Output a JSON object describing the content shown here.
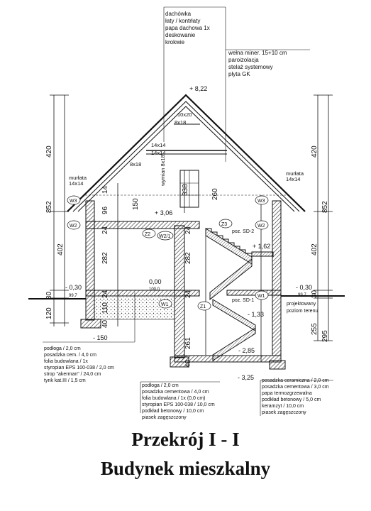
{
  "title": "Przekrój I - I",
  "subtitle": "Budynek mieszkalny",
  "roof_layers": [
    "dachówka",
    "łaty / kontrłaty",
    "papa dachowa 1x",
    "deskowanie",
    "krokwie"
  ],
  "attic_layers": [
    "wełna miner. 15+10 cm",
    "paroizolacja",
    "stelaż systemowy",
    "płyta GK"
  ],
  "floor_layers_left": [
    "podłoga / 2,0 cm",
    "posadzka cem. / 4,0 cm",
    "folia budowlana / 1x",
    "styropian EPS 100-038 / 2,0 cm",
    "strop \"akerman\" / 24,0 cm",
    "tynk kat.III / 1,5 cm"
  ],
  "ground_floor_layers": [
    "podłoga / 2,0 cm",
    "posadzka cementowa / 4,0 cm",
    "folia budowlana / 1x (0,0 cm)",
    "styropian EPS 100-038 / 10,0 cm",
    "podkład betonowy / 10,0 cm",
    "piasek zagęszczony"
  ],
  "basement_layers": [
    "posadzka ceramiczna / 2,0 cm",
    "posadzka cementowa / 3,0 cm",
    "papa termozgrzewalna",
    "podkład betonowy / 5,0 cm",
    "keramzyt / 10,0 cm",
    "piasek zagęszczony"
  ],
  "levels": {
    "ridge": "+ 8,22",
    "attic": "+ 3,06",
    "landing": "+ 1,62",
    "zero": "0,00",
    "zero_sub": "100,0",
    "terrain_left": "- 0,30",
    "terrain_left_sub": "99,7",
    "terrain_right": "- 0,30",
    "terrain_right_sub": "99,7",
    "foundation_left": "- 150",
    "basement_stair": "- 1,33",
    "basement_floor": "- 2,85",
    "foundation_right": "- 3,25"
  },
  "dims_left": {
    "d420": "420",
    "d852": "852",
    "d402": "402",
    "d30": "30",
    "d120": "120"
  },
  "dims_right": {
    "d420": "420",
    "d852": "852",
    "d402": "402",
    "d30": "30",
    "d255": "255",
    "d295": "295"
  },
  "dims_inner": {
    "d14": "14",
    "d96": "96",
    "d24a": "24",
    "d150": "150",
    "d282a": "282",
    "d24b": "24",
    "d110": "110",
    "d40a": "40",
    "d338": "338",
    "d260": "260",
    "d24c": "24",
    "d282b": "282",
    "d24d": "24",
    "d261": "261",
    "d40b": "40"
  },
  "timber": {
    "t1": "10x20",
    "t2": "8x18",
    "t3": "14x14",
    "t4": "14x14",
    "t5": "8x18",
    "t6": "wymian 8x18"
  },
  "murlata_left": [
    "murłata",
    "14x14"
  ],
  "murlata_right": [
    "murłata",
    "14x14"
  ],
  "tags": {
    "w3l": "W3",
    "w2l": "W2",
    "w3r": "W3",
    "w2r": "W2",
    "z2": "Z2",
    "w2": "W2/1",
    "z3": "Z3",
    "w1a": "W1",
    "z1": "Z1",
    "w1r": "W1"
  },
  "poz_sd2": "poz. SD-2",
  "poz_sd1": "poz. SD-1",
  "terrain_note": [
    "projektowany",
    "poziom terenu"
  ]
}
